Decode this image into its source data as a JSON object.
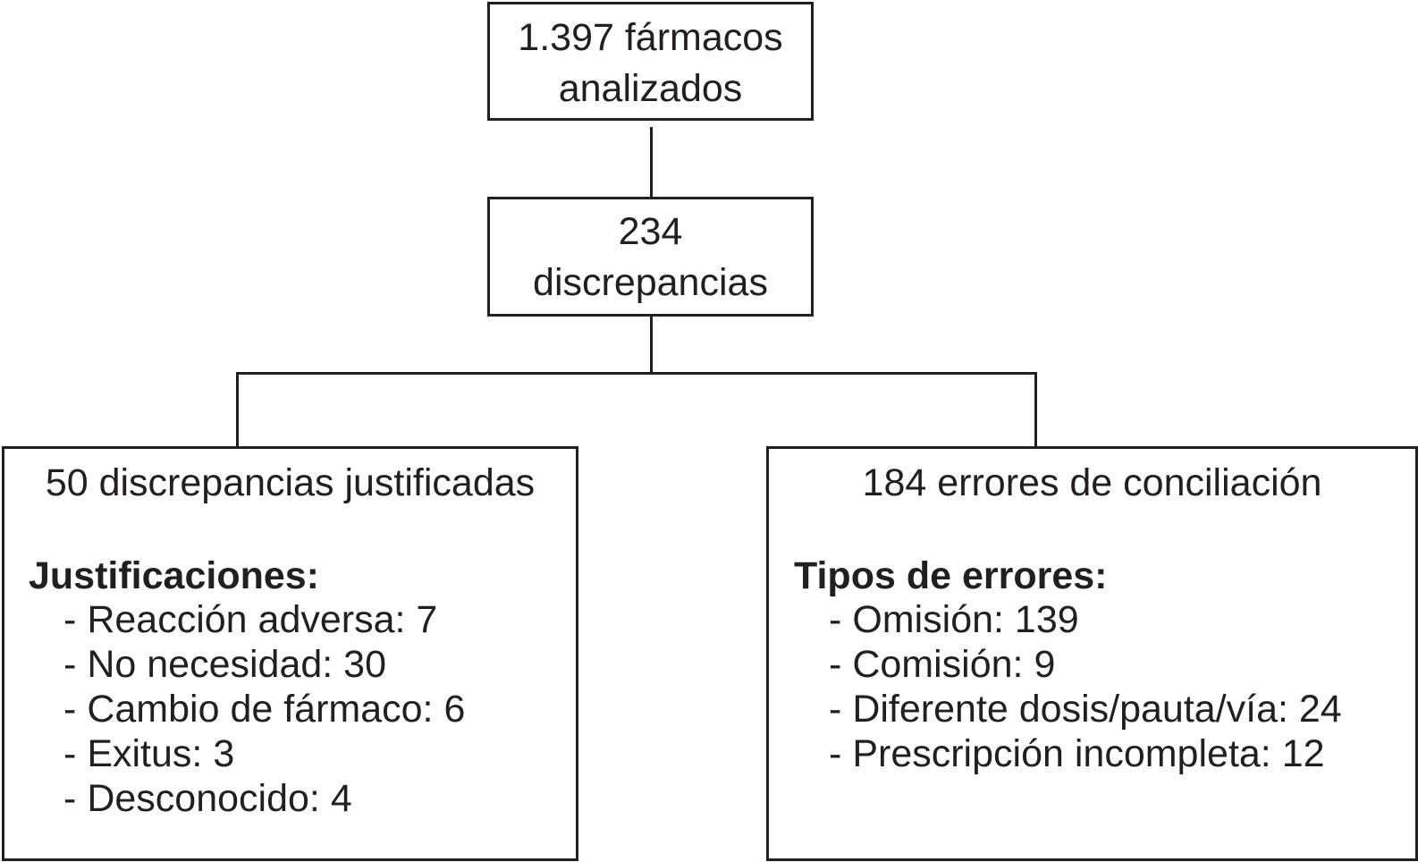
{
  "top": {
    "line1": "1.397 fármacos",
    "line2": "analizados"
  },
  "middle": {
    "line1": "234",
    "line2": "discrepancias"
  },
  "left": {
    "title": "50 discrepancias justificadas",
    "heading": "Justificaciones:",
    "items": [
      "Reacción adversa: 7",
      "No necesidad: 30",
      "Cambio de fármaco: 6",
      "Exitus: 3",
      "Desconocido: 4"
    ]
  },
  "right": {
    "title": "184 errores de conciliación",
    "heading": "Tipos de errores:",
    "items": [
      "Omisión: 139",
      "Comisión: 9",
      "Diferente dosis/pauta/vía: 24",
      "Prescripción incompleta: 12"
    ]
  },
  "colors": {
    "stroke": "#231f20",
    "background": "#ffffff"
  }
}
